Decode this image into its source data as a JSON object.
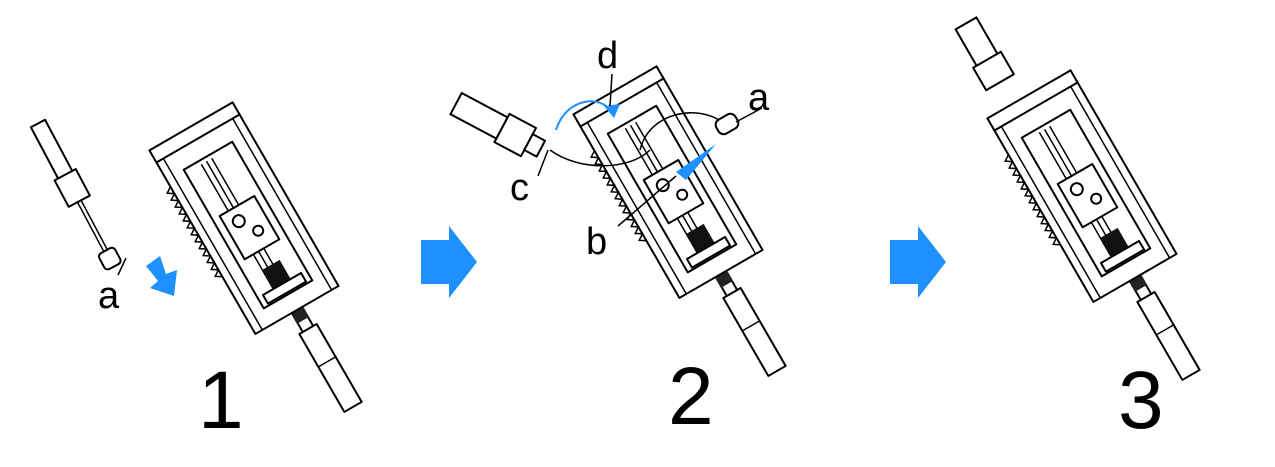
{
  "steps": [
    {
      "number": "1",
      "callouts": {
        "a": "a"
      }
    },
    {
      "number": "2",
      "callouts": {
        "a": "a",
        "b": "b",
        "c": "c",
        "d": "d"
      }
    },
    {
      "number": "3"
    }
  ],
  "colors": {
    "accent": "#1e90ff",
    "line": "#000000",
    "fill": "#ffffff"
  },
  "icons": {
    "next_arrow": "arrow-right-icon",
    "rotate_arrow": "curved-arrow-icon",
    "insert_arrow": "down-right-arrow-icon"
  }
}
